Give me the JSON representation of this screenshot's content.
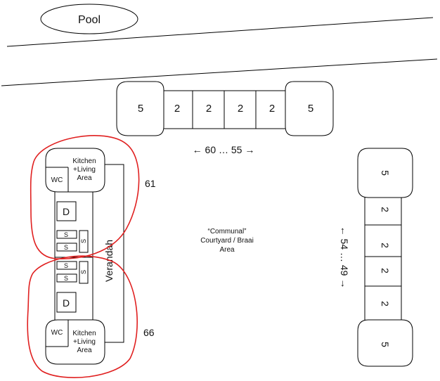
{
  "pool_label": "Pool",
  "top_block": {
    "units": [
      "5",
      "2",
      "2",
      "2",
      "2",
      "5"
    ],
    "range": "← 60 … 55 →"
  },
  "right_block": {
    "units": [
      "5",
      "2",
      "2",
      "2",
      "2",
      "5"
    ],
    "range": "← 54 … 49 →"
  },
  "courtyard": {
    "line1": "“Communal”",
    "line2": "Courtyard / Braai",
    "line3": "Area"
  },
  "left_block": {
    "verandah": "Verandah",
    "unit_top_number": "61",
    "unit_bottom_number": "66",
    "kitchen_line1": "Kitchen",
    "kitchen_line2": "+Living",
    "kitchen_line3": "Area",
    "wc": "WC",
    "dining": "D",
    "shower": "S"
  },
  "colors": {
    "outline": "#000000",
    "highlight": "#e02020"
  }
}
